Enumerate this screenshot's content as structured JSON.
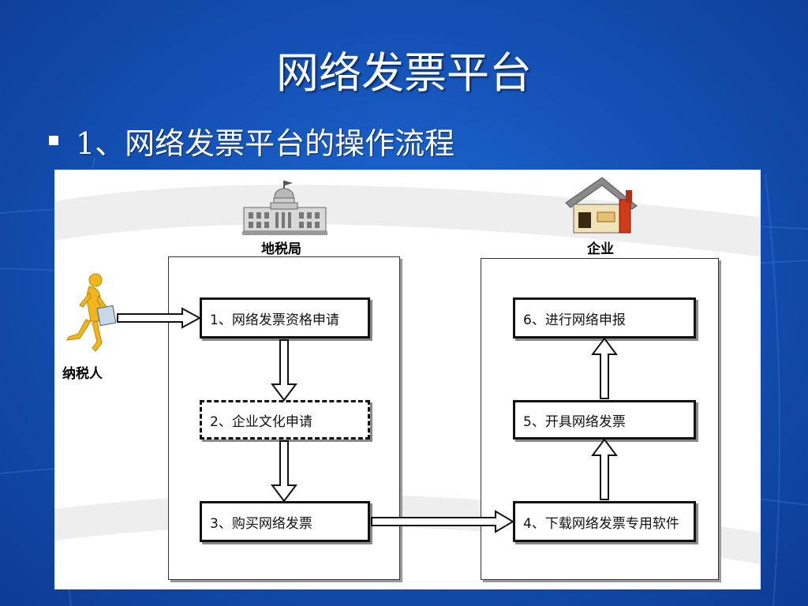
{
  "slide": {
    "title": "网络发票平台",
    "bullet": "1、网络发票平台的操作流程"
  },
  "diagram": {
    "tax_bureau_label": "地税局",
    "enterprise_label": "企业",
    "taxpayer_label": "纳税人",
    "steps": [
      "1、网络发票资格申请",
      "2、企业文化申请",
      "3、购买网络发票",
      "4、下载网络发票专用软件",
      "5、开具网络发票",
      "6、进行网络申报"
    ]
  },
  "colors": {
    "background": "#1553b8",
    "taxpayer_figure": "#f2b61c",
    "house_roof": "#8a8a8a",
    "house_wall": "#d23b1a"
  }
}
